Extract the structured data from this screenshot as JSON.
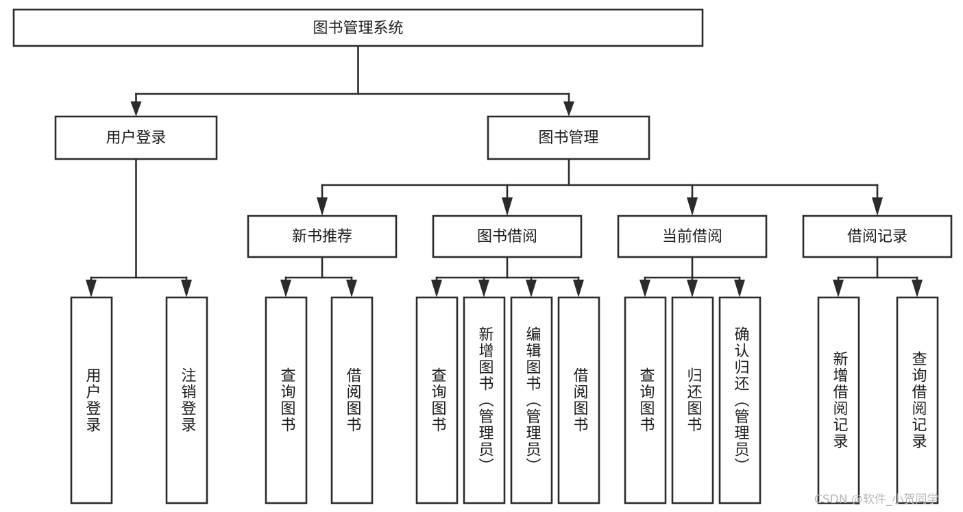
{
  "diagram": {
    "title": "图书管理系统",
    "type": "hierarchy-tree",
    "watermark": "CSDN @软件_小贺同学",
    "colors": {
      "stroke": "#2b2b2b",
      "fill": "#ffffff",
      "text": "#1b1b1b",
      "watermark": "#b9b9b9"
    },
    "root": {
      "label": "图书管理系统"
    },
    "level2": [
      {
        "label": "用户登录"
      },
      {
        "label": "图书管理"
      }
    ],
    "level3": [
      {
        "label": "新书推荐"
      },
      {
        "label": "图书借阅"
      },
      {
        "label": "当前借阅"
      },
      {
        "label": "借阅记录"
      }
    ],
    "leaves": {
      "user_login": [
        {
          "label": "用户登录"
        },
        {
          "label": "注销登录"
        }
      ],
      "new_book_recommend": [
        {
          "label": "查询图书"
        },
        {
          "label": "借阅图书"
        }
      ],
      "book_borrow": [
        {
          "label": "查询图书"
        },
        {
          "label": "新增图书（管理员）"
        },
        {
          "label": "编辑图书（管理员）"
        },
        {
          "label": "借阅图书"
        }
      ],
      "current_borrow": [
        {
          "label": "查询图书"
        },
        {
          "label": "归还图书"
        },
        {
          "label": "确认归还（管理员）"
        }
      ],
      "borrow_record": [
        {
          "label": "新增借阅记录"
        },
        {
          "label": "查询借阅记录"
        }
      ]
    }
  }
}
